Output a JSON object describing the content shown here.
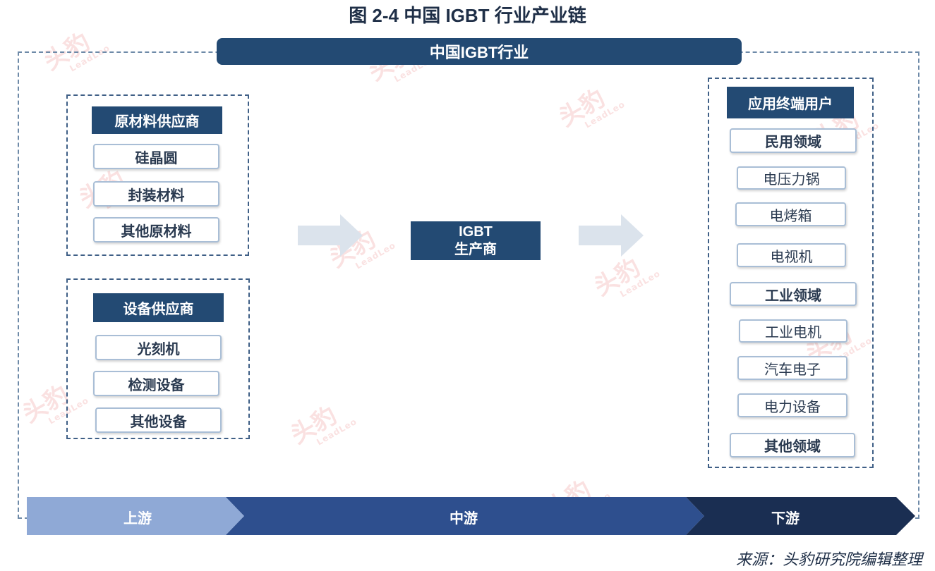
{
  "title": "图 2-4 中国 IGBT 行业产业链",
  "banner": "中国IGBT行业",
  "raw_suppliers": {
    "header": "原材料供应商",
    "items": [
      "硅晶圆",
      "封装材料",
      "其他原材料"
    ]
  },
  "equipment_suppliers": {
    "header": "设备供应商",
    "items": [
      "光刻机",
      "检测设备",
      "其他设备"
    ]
  },
  "producer": {
    "line1": "IGBT",
    "line2": "生产商"
  },
  "end_users": {
    "header": "应用终端用户",
    "civil": "民用领域",
    "civil_items": [
      "电压力锅",
      "电烤箱",
      "电视机"
    ],
    "industrial": "工业领域",
    "industrial_items": [
      "工业电机",
      "汽车电子",
      "电力设备"
    ],
    "other": "其他领域"
  },
  "stream": {
    "upstream": "上游",
    "midstream": "中游",
    "downstream": "下游"
  },
  "colors": {
    "upstream": "#8fa9d6",
    "midstream": "#2e4f8e",
    "downstream": "#1a2e52",
    "header": "#234a73"
  },
  "watermark": {
    "brand": "头豹",
    "brand_en": "LeadLeo"
  },
  "source": "来源：头豹研究院编辑整理"
}
